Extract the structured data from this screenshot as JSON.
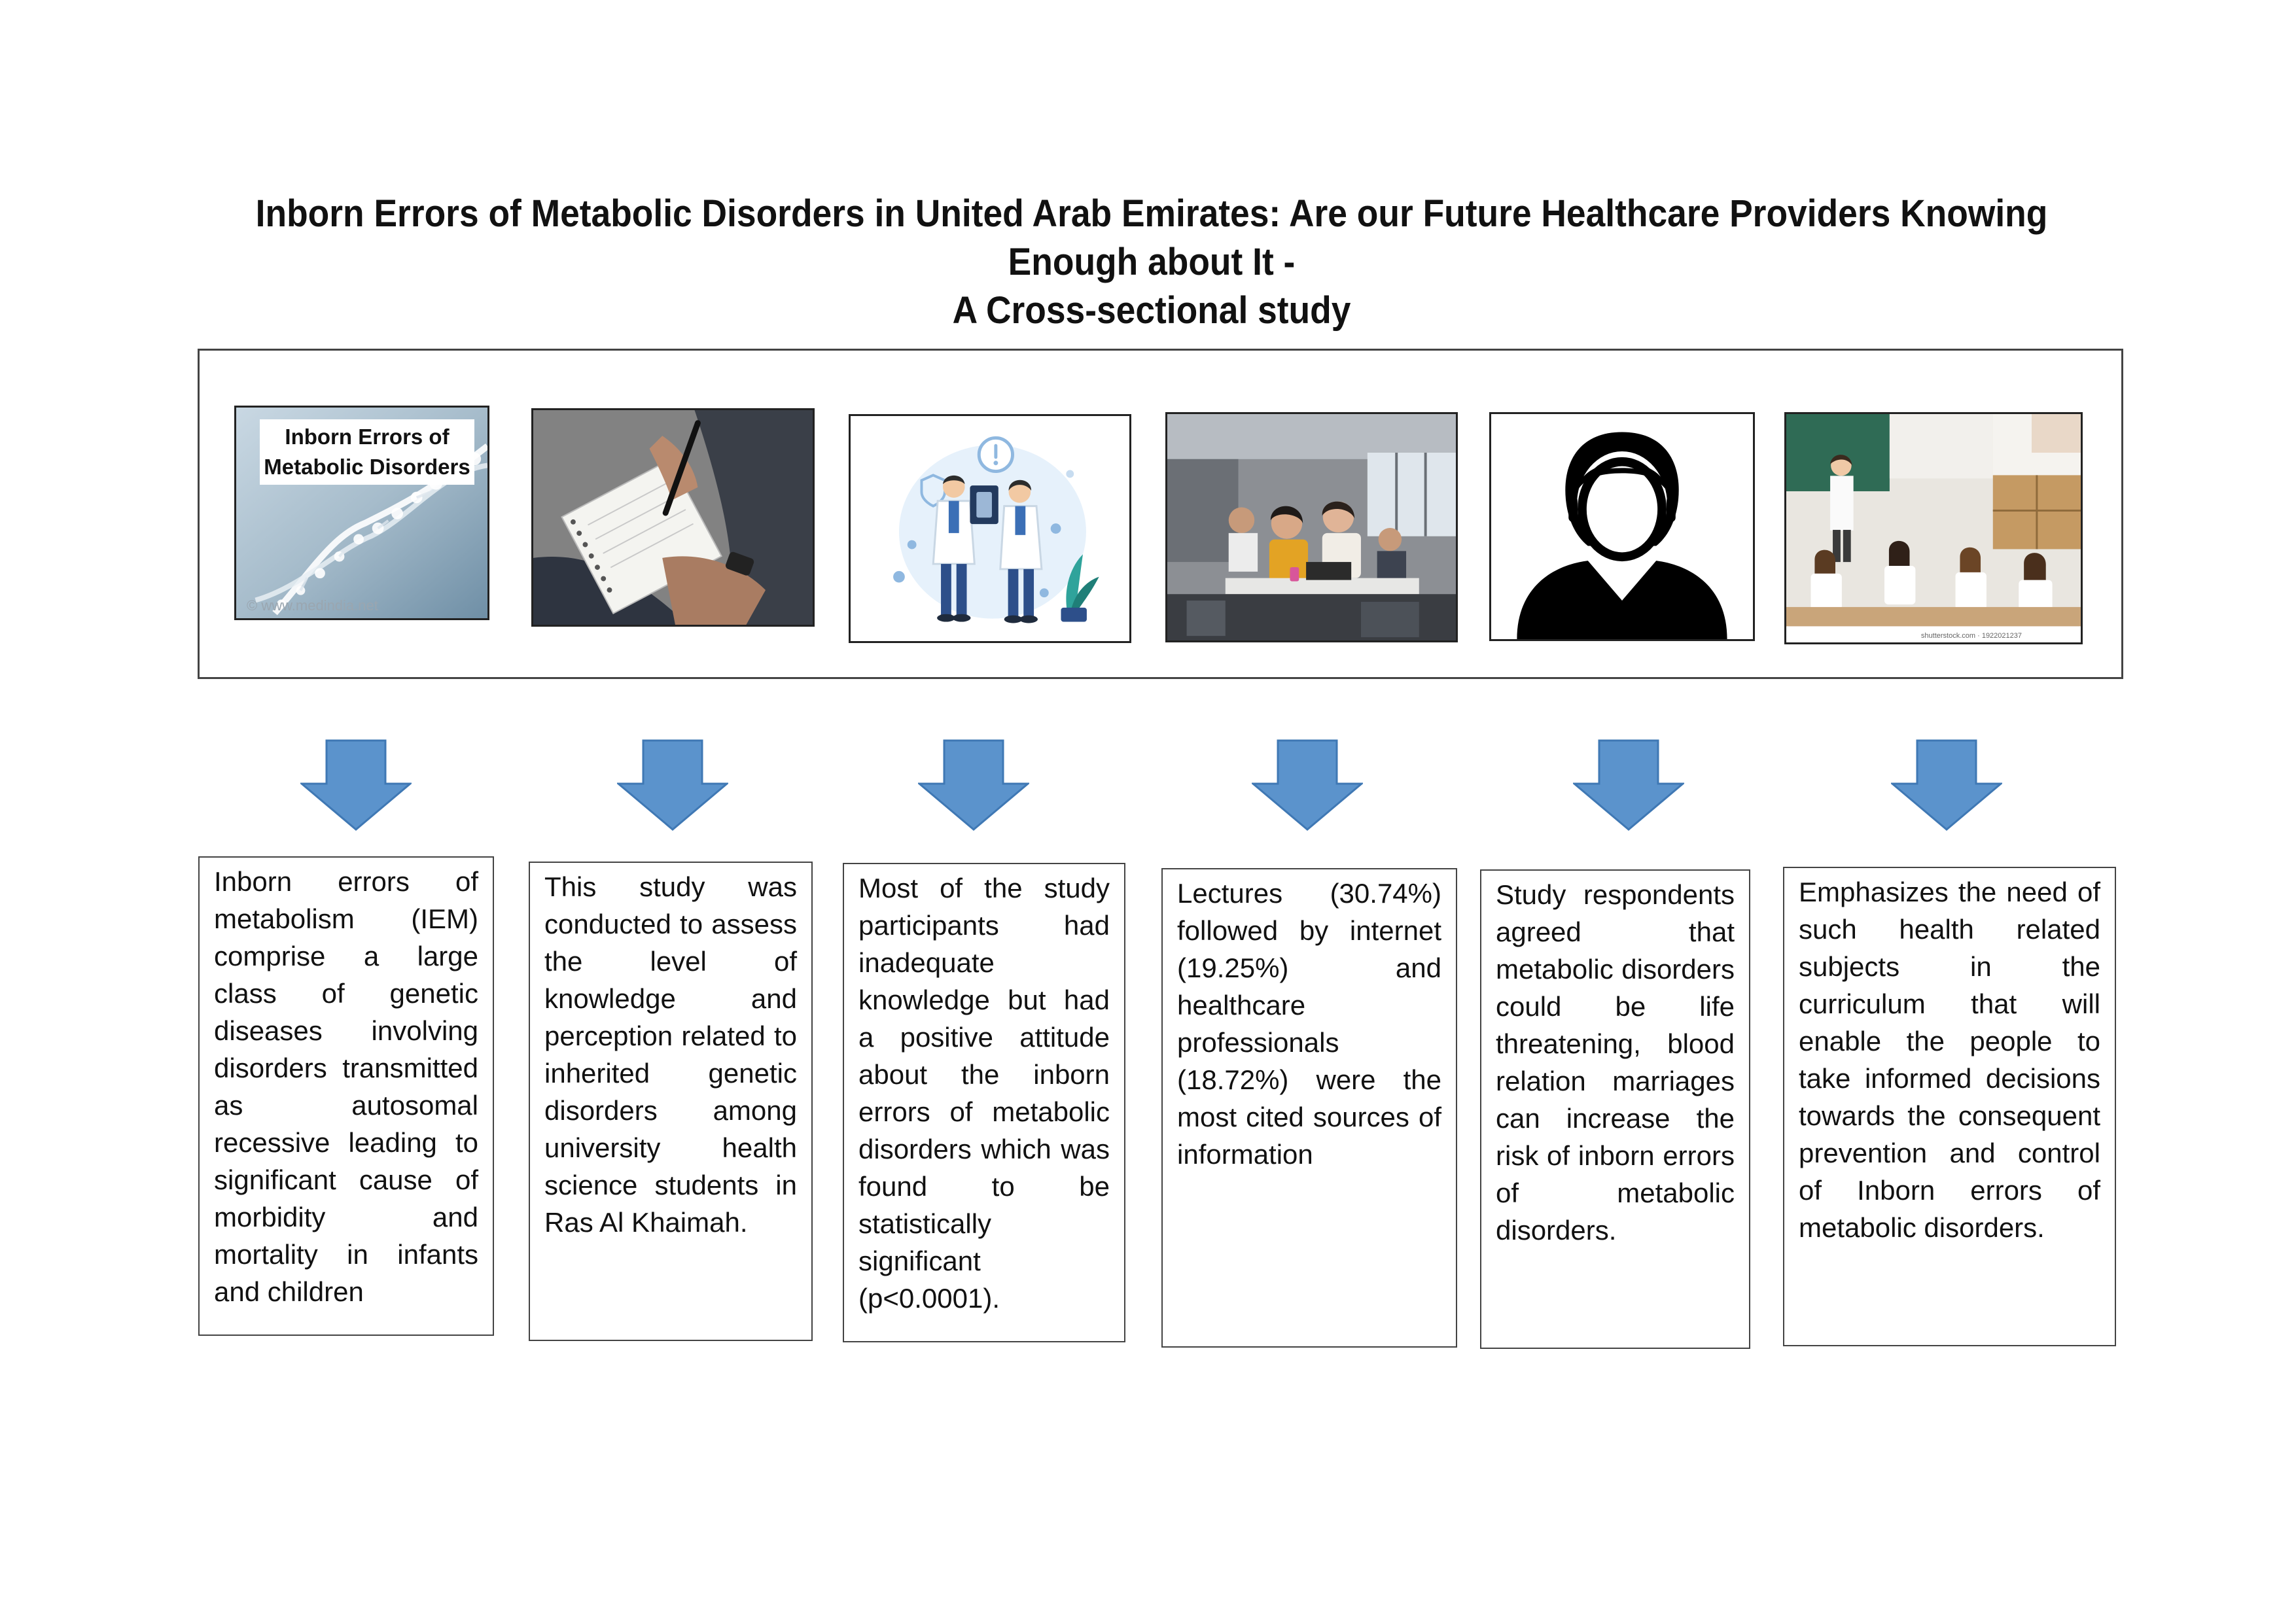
{
  "title": {
    "line1": "Inborn Errors of Metabolic Disorders in United Arab Emirates: Are our Future Healthcare Providers Knowing Enough about It -",
    "line2": "A Cross-sectional study"
  },
  "images": {
    "dna": {
      "caption_line1": "Inborn Errors of",
      "caption_line2": "Metabolic Disorders",
      "watermark": "© www.medindia.net"
    },
    "classroom": {
      "credit": "shutterstock.com · 1922021237"
    }
  },
  "boxes": [
    {
      "text": "Inborn errors of metabolism (IEM) comprise a large class of genetic diseases involving disorders transmitted as autosomal recessive leading to significant cause of morbidity and mortality in infants and children"
    },
    {
      "text": "This study was conducted to assess the level of knowledge and perception related to inherited genetic disorders among university health science students in Ras Al Khaimah."
    },
    {
      "text": "Most of the study participants had inadequate knowledge but had a positive attitude about the inborn errors of metabolic disorders which was found to be statistically significant (p<0.0001)."
    },
    {
      "text": "Lectures (30.74%) followed by internet (19.25%) and healthcare professionals (18.72%) were the most cited sources of information"
    },
    {
      "text": "Study respondents agreed that metabolic disorders could be life threatening, blood relation marriages can increase the risk of inborn errors of metabolic disorders."
    },
    {
      "text": "Emphasizes the need of such health related subjects in the curriculum that will enable the people to take informed decisions towards the consequent prevention and control of Inborn errors of metabolic disorders."
    }
  ],
  "colors": {
    "arrow_fill": "#5b93cc",
    "arrow_stroke": "#3f78b4",
    "border": "#444444"
  }
}
